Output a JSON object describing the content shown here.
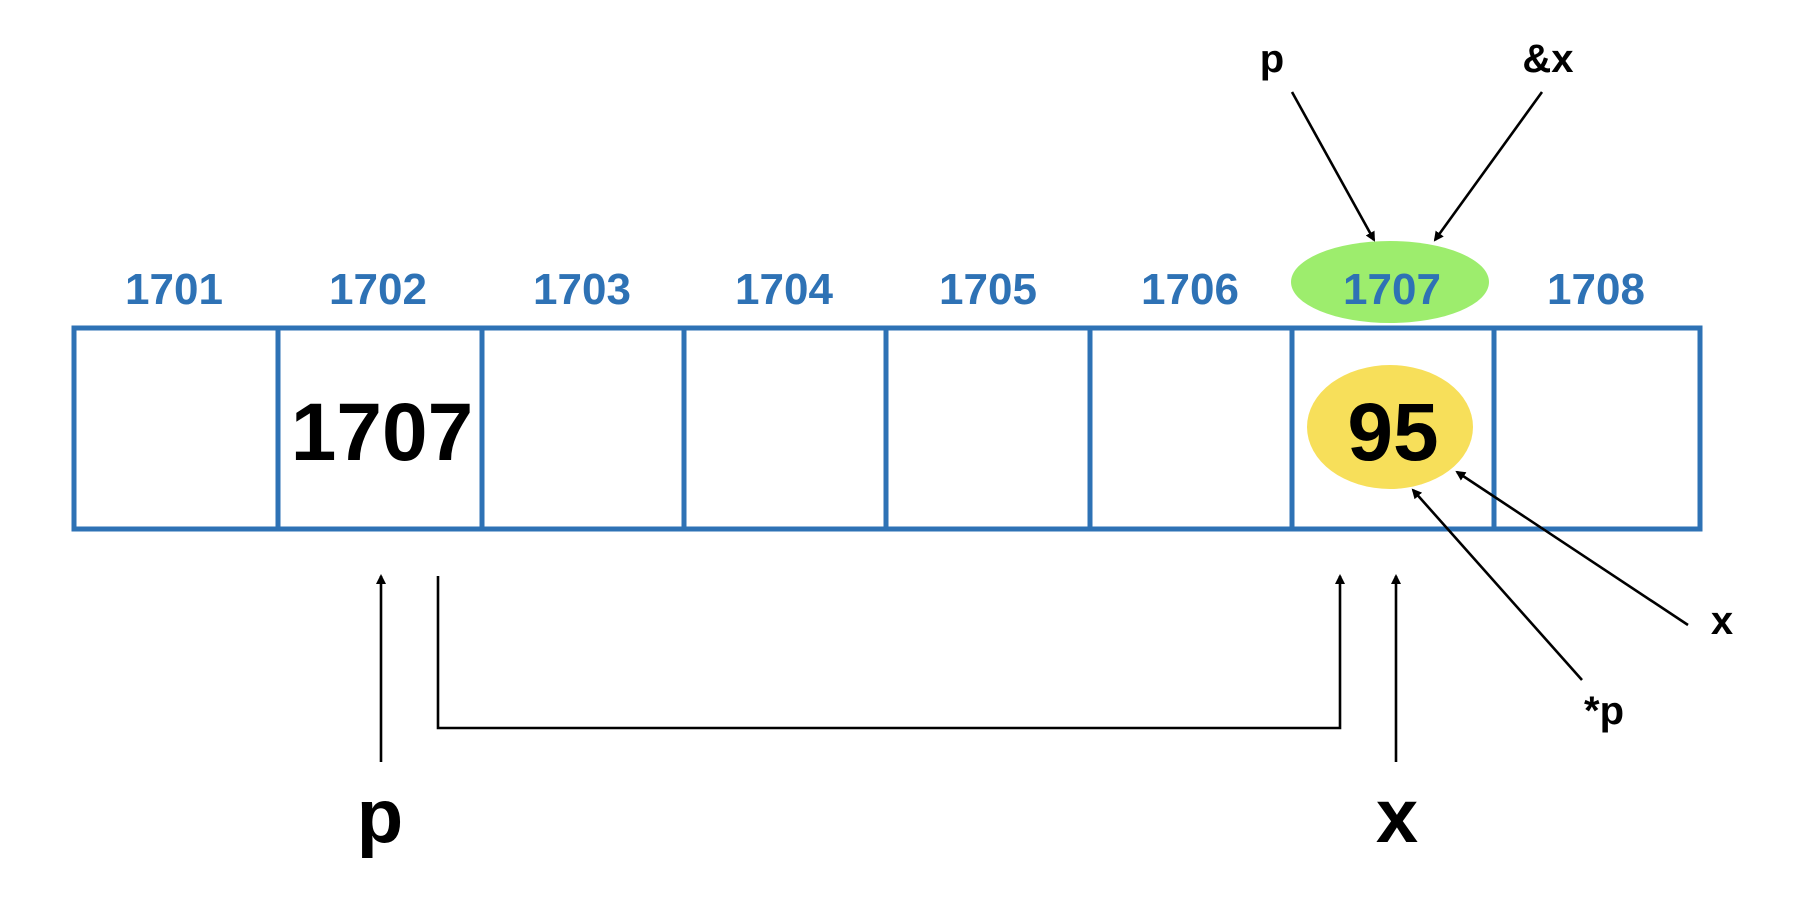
{
  "memory": {
    "addresses": [
      "1701",
      "1702",
      "1703",
      "1704",
      "1705",
      "1706",
      "1707",
      "1708"
    ],
    "values": [
      "",
      "1707",
      "",
      "",
      "",
      "",
      "95",
      ""
    ]
  },
  "labels": {
    "pointer_var": "p",
    "target_var": "x",
    "top_pointer": "p",
    "top_address_of": "&x",
    "side_var": "x",
    "side_deref": "*p"
  },
  "colors": {
    "address_text": "#2e72b5",
    "cell_border": "#2e72b5",
    "address_highlight": "#9ded6d",
    "value_highlight": "#f7df5a"
  }
}
